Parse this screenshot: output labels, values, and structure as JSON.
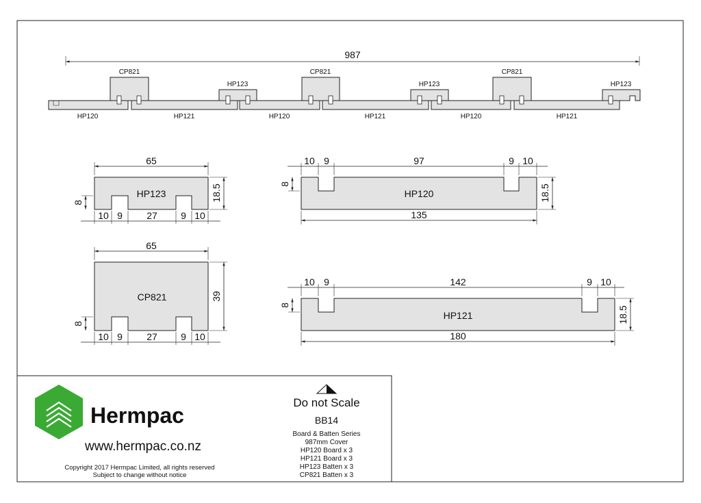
{
  "overview": {
    "total_width": "987",
    "labels": {
      "cp821_a": "CP821",
      "cp821_b": "CP821",
      "cp821_c": "CP821",
      "hp123_a": "HP123",
      "hp123_b": "HP123",
      "hp123_c": "HP123",
      "hp120_a": "HP120",
      "hp120_b": "HP120",
      "hp120_c": "HP120",
      "hp121_a": "HP121",
      "hp121_b": "HP121",
      "hp121_c": "HP121"
    }
  },
  "parts": {
    "hp123": {
      "name": "HP123",
      "width": "65",
      "height": "18.5",
      "notch": "8",
      "seg1": "10",
      "seg2": "9",
      "seg3": "27",
      "seg4": "9",
      "seg5": "10"
    },
    "cp821": {
      "name": "CP821",
      "width": "65",
      "height": "39",
      "notch": "8",
      "seg1": "10",
      "seg2": "9",
      "seg3": "27",
      "seg4": "9",
      "seg5": "10"
    },
    "hp120": {
      "name": "HP120",
      "width": "135",
      "height": "18.5",
      "notch": "8",
      "seg1": "10",
      "seg2": "9",
      "seg3": "97",
      "seg4": "9",
      "seg5": "10"
    },
    "hp121": {
      "name": "HP121",
      "width": "180",
      "height": "18.5",
      "notch": "8",
      "seg1": "10",
      "seg2": "9",
      "seg3": "142",
      "seg4": "9",
      "seg5": "10"
    }
  },
  "title_block": {
    "brand": "Hermpac",
    "website": "www.hermpac.co.nz",
    "copyright": "Copyright 2017 Hermpac Limited, all rights reserved",
    "notice": "Subject to change without notice",
    "scale_note": "Do not Scale",
    "code": "BB14",
    "description": [
      "Board & Batten Series",
      "987mm Cover",
      "HP120 Board x 3",
      "HP121 Board x 3",
      "HP123 Batten x 3",
      "CP821 Batten x 3"
    ]
  },
  "colors": {
    "brand_green": "#3aaa35",
    "part_fill": "#e3e3e3",
    "line": "#222222"
  }
}
